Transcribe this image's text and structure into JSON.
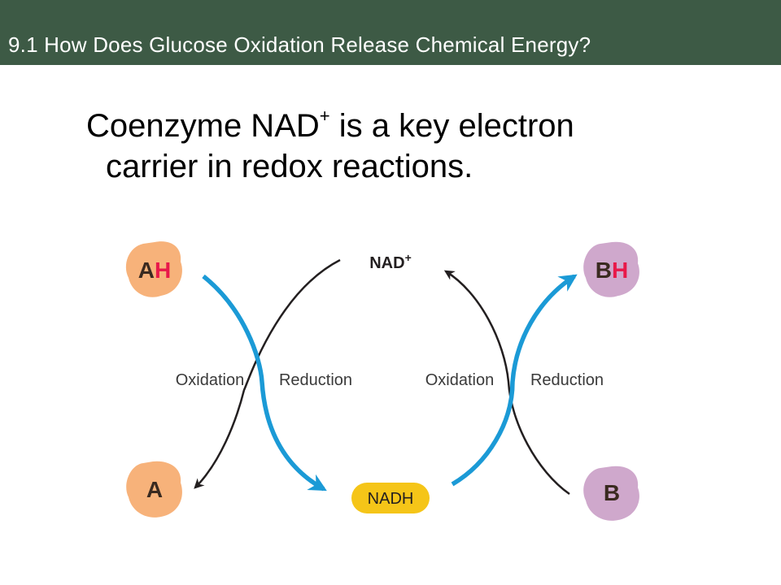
{
  "header": {
    "title": "9.1 How Does Glucose Oxidation Release Chemical Energy?"
  },
  "headline": {
    "line1_main": "Coenzyme NAD",
    "line1_sup": "+",
    "line1_rest": " is a key electron",
    "line2": "carrier in redox reactions."
  },
  "diagram": {
    "AH": {
      "main": "A",
      "h": "H"
    },
    "A": "A",
    "BH": {
      "main": "B",
      "h": "H"
    },
    "B": "B",
    "nad": {
      "main": "NAD",
      "sup": "+"
    },
    "nadh": "NADH",
    "left_oxidation": "Oxidation",
    "left_reduction": "Reduction",
    "right_oxidation": "Oxidation",
    "right_reduction": "Reduction"
  },
  "colors": {
    "header_bg": "#3d5a45",
    "orange": "#f7b27a",
    "purple": "#cfa8cc",
    "yellow": "#f5c518",
    "blue_arrow": "#1b9ad6",
    "black_arrow": "#231f20",
    "hydrogen_red": "#e8194a"
  }
}
